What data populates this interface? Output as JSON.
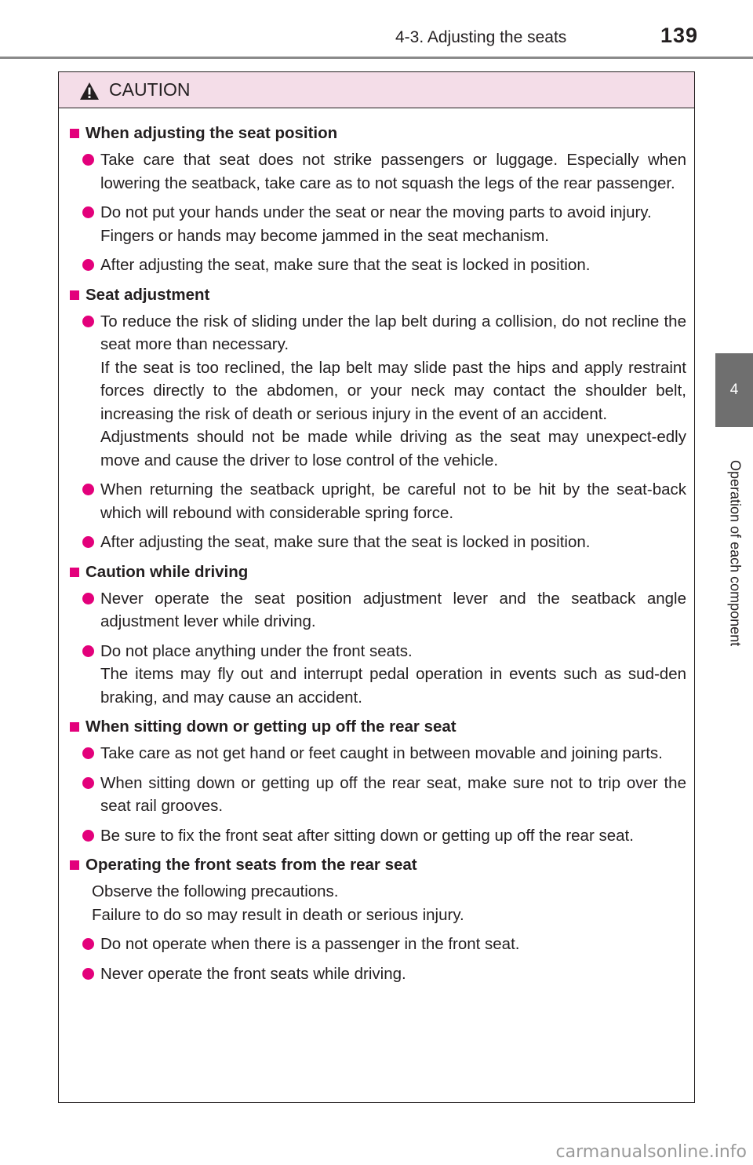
{
  "header": {
    "section": "4-3. Adjusting the seats",
    "page_number": "139"
  },
  "side_tab": {
    "chapter_number": "4",
    "chapter_title": "Operation of each component"
  },
  "caution": {
    "title": "CAUTION",
    "topics": [
      {
        "heading": "When adjusting the seat position",
        "bullets": [
          [
            "Take care that seat does not strike passengers or luggage. Especially when lowering the seatback, take care as to not squash the legs of the rear passenger."
          ],
          [
            "Do not put your hands under the seat or near the moving parts to avoid injury.",
            "Fingers or hands may become jammed in the seat mechanism."
          ],
          [
            "After adjusting the seat, make sure that the seat is locked in position."
          ]
        ]
      },
      {
        "heading": "Seat adjustment",
        "bullets": [
          [
            "To reduce the risk of sliding under the lap belt during a collision, do not recline the seat more than necessary.",
            "If the seat is too reclined, the lap belt may slide past the hips and apply restraint forces directly to the abdomen, or your neck may contact the shoulder belt, increasing the risk of death or serious injury in the event of an accident.",
            "Adjustments should not be made while driving as the seat may unexpect-edly move and cause the driver to lose control of the vehicle."
          ],
          [
            "When returning the seatback upright, be careful not to be hit by the seat-back which will rebound with considerable spring force."
          ],
          [
            "After adjusting the seat, make sure that the seat is locked in position."
          ]
        ]
      },
      {
        "heading": "Caution while driving",
        "bullets": [
          [
            "Never operate the seat position adjustment lever and the seatback angle adjustment lever while driving."
          ],
          [
            "Do not place anything under the front seats.",
            "The items may fly out and interrupt pedal operation in events such as sud-den braking, and may cause an accident."
          ]
        ]
      },
      {
        "heading": "When sitting down or getting up off the rear seat",
        "bullets": [
          [
            "Take care as not get hand or feet caught in between movable and joining parts."
          ],
          [
            "When sitting down or getting up off the rear seat, make sure not to trip over the seat rail grooves."
          ],
          [
            "Be sure to fix the front seat after sitting down or getting up off the rear seat."
          ]
        ]
      },
      {
        "heading": "Operating the front seats from the rear seat",
        "intro": [
          "Observe the following precautions.",
          "Failure to do so may result in death or serious injury."
        ],
        "bullets": [
          [
            "Do not operate when there is a passenger in the front seat."
          ],
          [
            "Never operate the front seats while driving."
          ]
        ]
      }
    ]
  },
  "watermark": "carmanualsonline.info",
  "colors": {
    "accent_magenta": "#e3007b",
    "caution_header_bg": "#f4dde8",
    "side_tab_bg": "#6f6f6f",
    "header_rule": "#8a8a8a"
  }
}
